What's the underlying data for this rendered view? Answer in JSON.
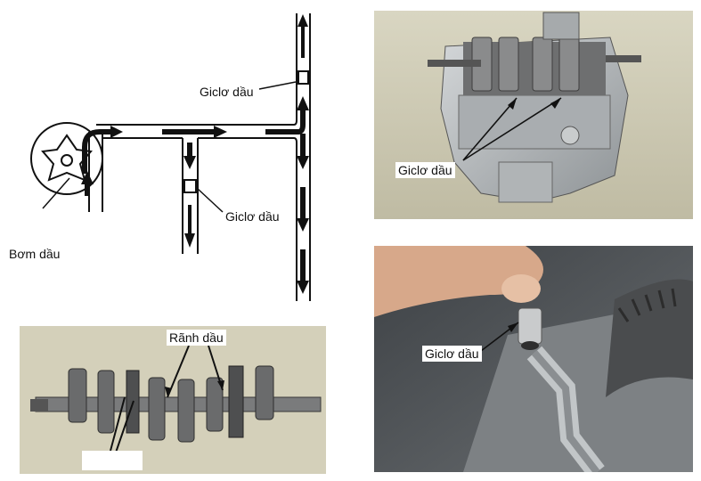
{
  "diagram": {
    "labels": {
      "jet_top": "Giclơ dầu",
      "jet_mid": "Giclơ dầu",
      "pump": "Bơm dầu"
    }
  },
  "photos": {
    "engine_top": {
      "label": "Giclơ dầu"
    },
    "crankshaft": {
      "label": "Rãnh dầu"
    },
    "jet_closeup": {
      "label": "Giclơ dầu"
    }
  },
  "colors": {
    "ink": "#111111",
    "aluminum": "#b7bbbd",
    "steel": "#6e6f70",
    "background_photo": "#cfcbb3"
  }
}
